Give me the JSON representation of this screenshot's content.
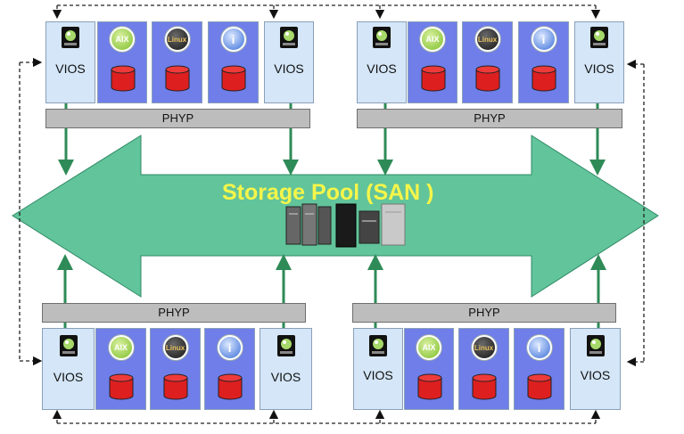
{
  "diagram": {
    "pool_label": "Storage Pool (SAN )",
    "hypervisor_label": "PHYP",
    "vios_label": "VIOS",
    "os_badges": {
      "aix": "AIX",
      "linux": "Linux",
      "ibmi": "i"
    },
    "colors": {
      "pool": "#62c49a",
      "pool_text": "#f5f54a",
      "vios_box": "#d4e6f7",
      "lpar_box": "#6f7ee8",
      "disk": "#dd1f1f",
      "hypervisor": "#bdbdbd"
    }
  }
}
